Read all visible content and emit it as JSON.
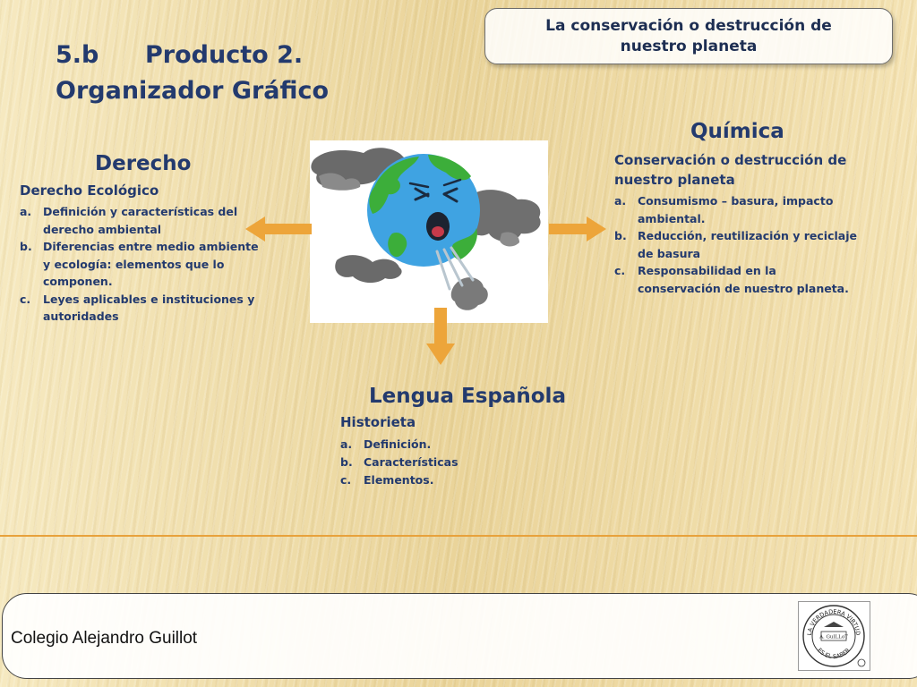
{
  "topic_box": {
    "line1": "La conservación o destrucción de",
    "line2": "nuestro planeta"
  },
  "title": {
    "number": "5.b",
    "text": "Producto 2. Organizador Gráfico"
  },
  "derecho": {
    "heading": "Derecho",
    "subheading": "Derecho Ecológico",
    "items": [
      {
        "marker": "a.",
        "text": "Definición y características del derecho ambiental"
      },
      {
        "marker": "b.",
        "text": "Diferencias entre medio ambiente y ecología: elementos que lo componen."
      },
      {
        "marker": "c.",
        "text": "Leyes aplicables e instituciones y autoridades"
      }
    ]
  },
  "quimica": {
    "heading": "Química",
    "subheading": "Conservación o destrucción de nuestro planeta",
    "items": [
      {
        "marker": "a.",
        "text": "Consumismo – basura, impacto ambiental."
      },
      {
        "marker": "b.",
        "text": "Reducción, reutilización y reciclaje de basura"
      },
      {
        "marker": "c.",
        "text": "Responsabilidad en la conservación de nuestro planeta."
      }
    ]
  },
  "lengua": {
    "heading": "Lengua Española",
    "subheading": "Historieta",
    "items": [
      {
        "marker": "a.",
        "text": "Definición."
      },
      {
        "marker": "b.",
        "text": "Características"
      },
      {
        "marker": "c.",
        "text": "Elementos."
      }
    ]
  },
  "footer": {
    "school": "Colegio Alejandro Guillot"
  },
  "seal": {
    "ring_top": "LA VERDADERA VIRTUD",
    "ring_bottom": "ES EL SABER",
    "center": "A. GuILLoT"
  },
  "colors": {
    "accent_arrow": "#eda53a",
    "heading_text": "#233a6e",
    "footer_line": "#e8a23c"
  },
  "icons": {
    "globe": "sick-earth-illustration",
    "arrows": [
      "arrow-left",
      "arrow-right",
      "arrow-down"
    ],
    "seal": "school-seal"
  }
}
